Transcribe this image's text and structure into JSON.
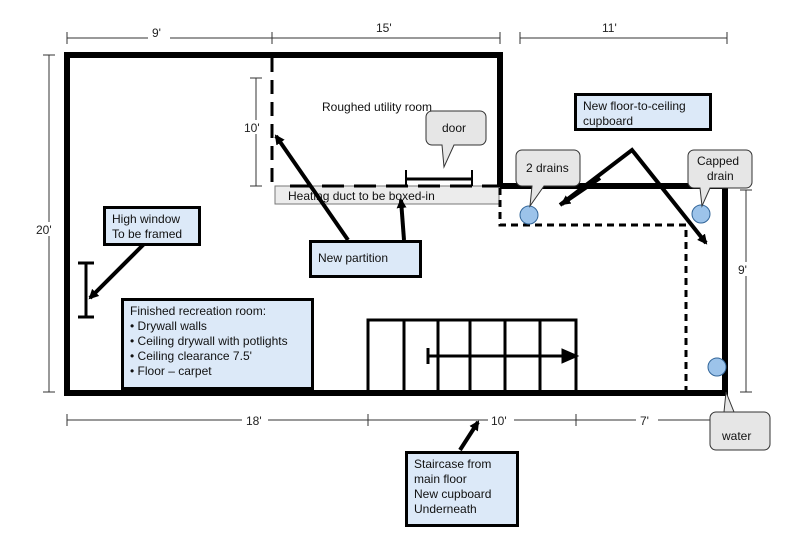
{
  "dimensions": {
    "top_left": "9'",
    "top_middle": "15'",
    "top_right": "11'",
    "left": "20'",
    "utility_height": "10'",
    "right": "9'",
    "bottom_left": "18'",
    "bottom_middle": "10'",
    "bottom_right": "7'"
  },
  "labels": {
    "utility_room": "Roughed utility room",
    "heating_duct": "Heating duct to be boxed-in"
  },
  "callouts": {
    "door": "door",
    "two_drains": "2 drains",
    "capped_drain_1": "Capped",
    "capped_drain_2": "drain",
    "water": "water"
  },
  "boxes": {
    "high_window": [
      "High window",
      "To be framed"
    ],
    "new_partition": "New partition",
    "cupboard": [
      "New floor-to-ceiling",
      "cupboard"
    ],
    "recreation_title": "Finished recreation room:",
    "recreation_items": [
      "Drywall walls",
      "Ceiling drywall with potlights",
      "Ceiling clearance 7.5'",
      "Floor – carpet"
    ],
    "staircase": [
      "Staircase from",
      "main floor",
      "New cupboard",
      "Underneath"
    ]
  },
  "colors": {
    "wall": "#000000",
    "box_fill": "#dce9f8",
    "callout_fill": "#e6e6e6",
    "drain_fill": "#9cc3ea"
  }
}
